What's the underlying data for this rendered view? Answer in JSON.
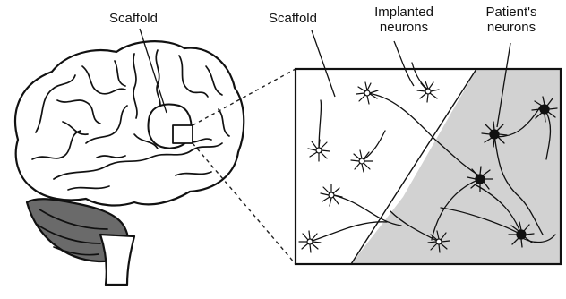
{
  "labels": {
    "scaffold_brain": "Scaffold",
    "scaffold_box": "Scaffold",
    "implanted": [
      "Implanted",
      "neurons"
    ],
    "patient": [
      "Patient's",
      "neurons"
    ]
  },
  "colors": {
    "ink": "#111111",
    "patient_region": "#d2d2d2",
    "cerebellum": "#6a6a6a",
    "scaffold_fill": "#ffffff"
  },
  "neurons": {
    "implanted_style": "hollow-star",
    "patient_style": "filled-star"
  }
}
